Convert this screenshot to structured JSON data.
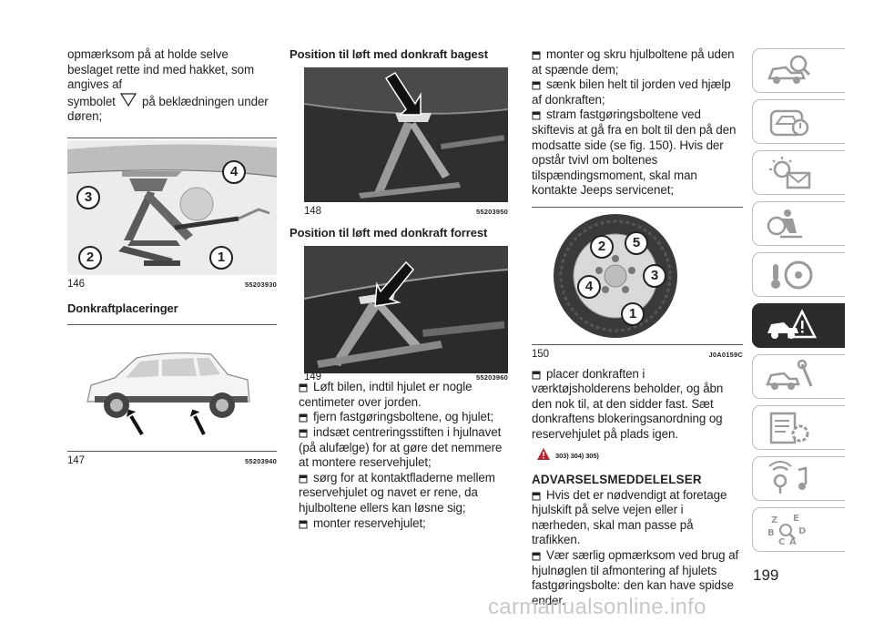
{
  "col1": {
    "intro_a": "opmærksom på at holde selve beslaget rette ind med hakket, som angives af",
    "intro_b_pre": "symbolet",
    "intro_b_post": "på beklædningen under døren;",
    "fig146": {
      "number": "146",
      "code": "55203930",
      "callouts": [
        "4",
        "3",
        "2",
        "1"
      ]
    },
    "subhead": "Donkraftplaceringer",
    "fig147": {
      "number": "147",
      "code": "55203940"
    }
  },
  "col2": {
    "subhead_rear": "Position til løft med donkraft bagest",
    "fig148": {
      "number": "148",
      "code": "55203950"
    },
    "subhead_front": "Position til løft med donkraft forrest",
    "fig149": {
      "number": "149",
      "code": "55203960"
    },
    "bullets": [
      "Løft bilen, indtil hjulet er nogle centimeter over jorden.",
      "fjern fastgøringsboltene, og hjulet;",
      "indsæt centreringsstiften i hjulnavet (på alufælge) for at gøre det nemmere at montere reservehjulet;",
      "sørg for at kontaktfladerne mellem reservehjulet og navet er rene, da hjulboltene ellers kan løsne sig;",
      "monter reservehjulet;"
    ]
  },
  "col3": {
    "bullets_top": [
      "monter og skru hjulboltene på uden at spænde dem;",
      "sænk bilen helt til jorden ved hjælp af donkraften;",
      "stram fastgøringsboltene ved skiftevis at gå fra en bolt til den på den modsatte side (se fig. 150). Hvis der opstår tvivl om boltenes tilspændingsmoment, skal man kontakte Jeeps servicenet;"
    ],
    "fig150": {
      "number": "150",
      "code": "J0A0159C",
      "callouts": [
        "2",
        "5",
        "3",
        "4",
        "1"
      ]
    },
    "bullet_after": "placer donkraften i værktøjsholderens beholder, og åbn den nok til, at den sidder fast. Sæt donkraftens blokeringsanordning og reservehjulet på plads igen.",
    "warning_refs": "303) 304) 305)",
    "section_title": "ADVARSELSMEDDELELSER",
    "bullets_warn": [
      "Hvis det er nødvendigt at foretage hjulskift på selve vejen eller i nærheden, skal man passe på trafikken.",
      "Vær særlig opmærksom ved brug af hjulnøglen til afmontering af hjulets fastgøringsbolte: den kan have spidse ender."
    ]
  },
  "sidebar": {
    "tabs": [
      {
        "icon": "car-info-icon",
        "active": false
      },
      {
        "icon": "dashboard-warning-icon",
        "active": false
      },
      {
        "icon": "lights-message-icon",
        "active": false
      },
      {
        "icon": "airbag-safety-icon",
        "active": false
      },
      {
        "icon": "steering-key-icon",
        "active": false
      },
      {
        "icon": "emergency-car-icon",
        "active": true
      },
      {
        "icon": "car-maintenance-icon",
        "active": false
      },
      {
        "icon": "technical-data-icon",
        "active": false
      },
      {
        "icon": "multimedia-icon",
        "active": false
      },
      {
        "icon": "alphabetical-index-icon",
        "active": false
      }
    ]
  },
  "page_number": "199",
  "watermark": "carmanualsonline.info",
  "colors": {
    "accent": "#2b2b2b",
    "warning": "#c0202a",
    "photo_dark": "#3a3a3a"
  }
}
